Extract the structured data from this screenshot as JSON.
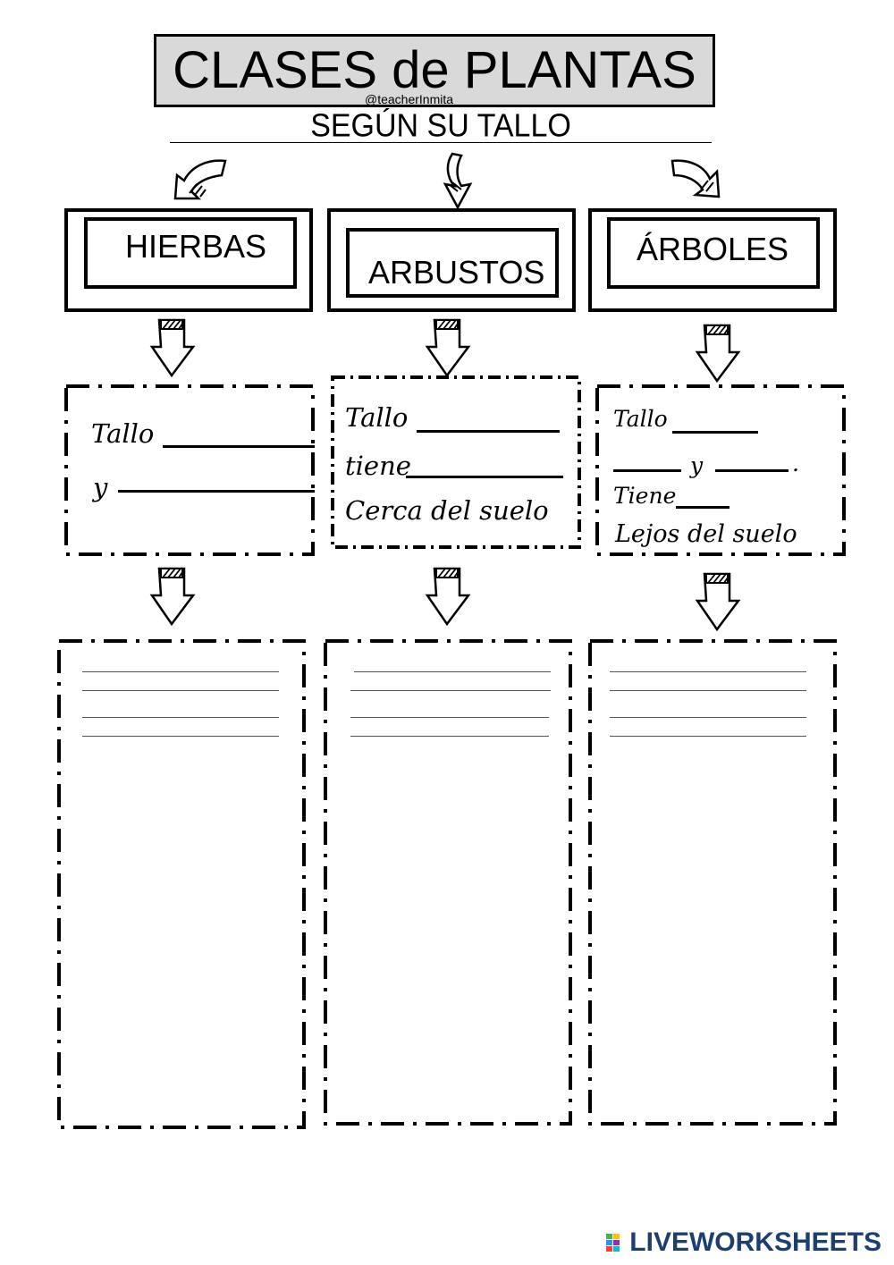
{
  "title": "CLASES de PLANTAS",
  "watermark": "@teacherInmita",
  "subtitle": "SEGÚN SU TALLO",
  "categories": [
    {
      "name": "HIERBAS"
    },
    {
      "name": "ARBUSTOS"
    },
    {
      "name": "ÁRBOLES"
    }
  ],
  "hierbas_desc": {
    "line1": "Tallo",
    "line2": "y"
  },
  "arbustos_desc": {
    "line1": "Tallo",
    "line2": "tiene",
    "line3": "Cerca del suelo"
  },
  "arboles_desc": {
    "line1": "Tallo",
    "line2_mid": "y",
    "line2_end": ".",
    "line3": "Tiene",
    "line4": "Lejos del suelo"
  },
  "brand": "LIVEWORKSHEETS"
}
